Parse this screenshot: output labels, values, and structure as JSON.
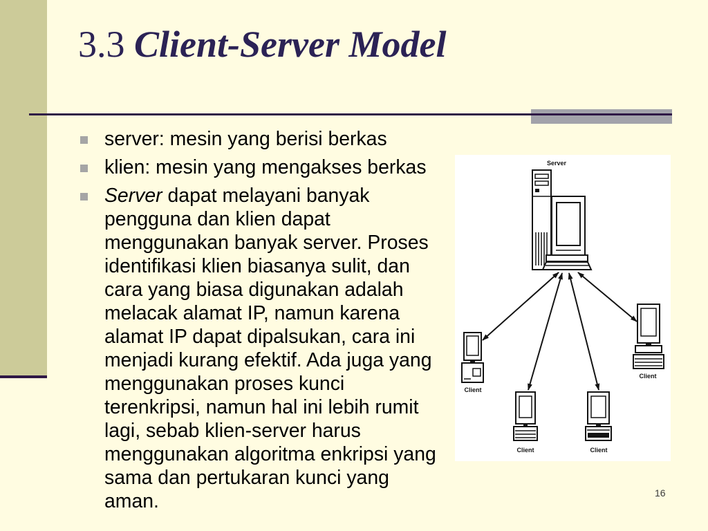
{
  "slide": {
    "title_number": "3.3",
    "title_text": "Client-Server Model",
    "page_number": "16"
  },
  "bullets": [
    {
      "text": "server: mesin yang berisi berkas"
    },
    {
      "text": "klien: mesin yang mengakses berkas"
    },
    {
      "lead_italic": "Server",
      "lines": [
        "dapat melayani banyak",
        "pengguna dan klien dapat",
        "menggunakan banyak server. Proses",
        "identifikasi klien biasanya sulit, dan",
        "cara yang biasa digunakan adalah",
        "melacak alamat IP, namun karena",
        "alamat IP dapat dipalsukan, cara ini",
        "menjadi kurang efektif. Ada juga yang",
        "menggunakan proses kunci",
        "terenkripsi, namun hal ini lebih rumit",
        "lagi, sebab klien-server harus",
        "menggunakan algoritma enkripsi yang",
        "sama dan pertukaran kunci yang",
        "aman."
      ]
    }
  ],
  "diagram": {
    "server_label": "Server",
    "client_labels": [
      "Client",
      "Client",
      "Client",
      "Client"
    ]
  },
  "colors": {
    "background": "#FFFCE1",
    "sidebar": "#CCCB99",
    "title": "#2B2255",
    "rule": "#2F1846",
    "rule_block": "#A2A2AA",
    "bullet_marker": "#A5A5A5",
    "text": "#000000",
    "page_number": "#3A3A3A",
    "diagram_background": "#FFFFFF",
    "diagram_ink": "#141414"
  }
}
